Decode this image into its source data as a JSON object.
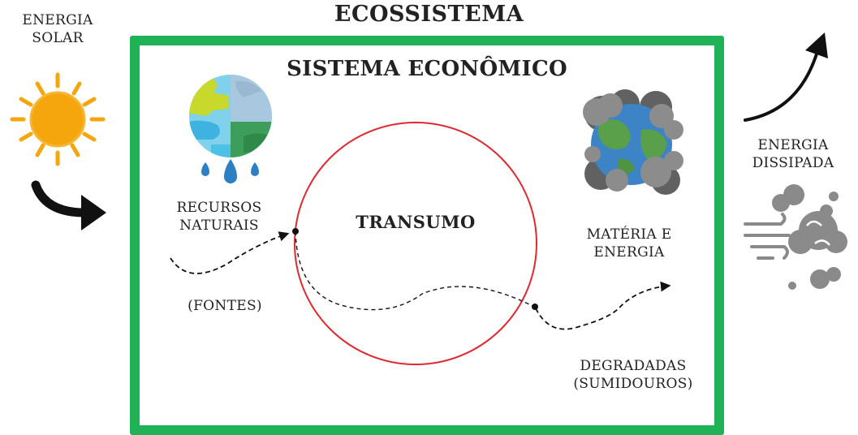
{
  "ecosystem": {
    "title": "ECOSSISTEMA"
  },
  "economic_system": {
    "title": "SISTEMA ECONÔMICO"
  },
  "solar_energy": {
    "line1": "ENERGIA",
    "line2": "SOLAR"
  },
  "dissipated_energy": {
    "line1": "ENERGIA",
    "line2": "DISSIPADA"
  },
  "resources": {
    "line1": "RECURSOS",
    "line2": "NATURAIS",
    "sources": "(FONTES)"
  },
  "throughput": {
    "label": "TRANSUMO"
  },
  "matter_energy": {
    "line1": "MATÉRIA E",
    "line2": "ENERGIA"
  },
  "degraded": {
    "line1": "DEGRADADAS",
    "line2": "(SUMIDOUROS)"
  },
  "colors": {
    "frame": "#20b257",
    "circle": "#e0292f",
    "sun": "#f5a60d",
    "arrow": "#111111",
    "smoke": "#8a8a8a"
  },
  "icons": [
    "sun-icon",
    "curved-arrow-icon",
    "water-globe-icon",
    "polluted-globe-icon",
    "exit-arrow-icon",
    "wind-smoke-icon"
  ]
}
